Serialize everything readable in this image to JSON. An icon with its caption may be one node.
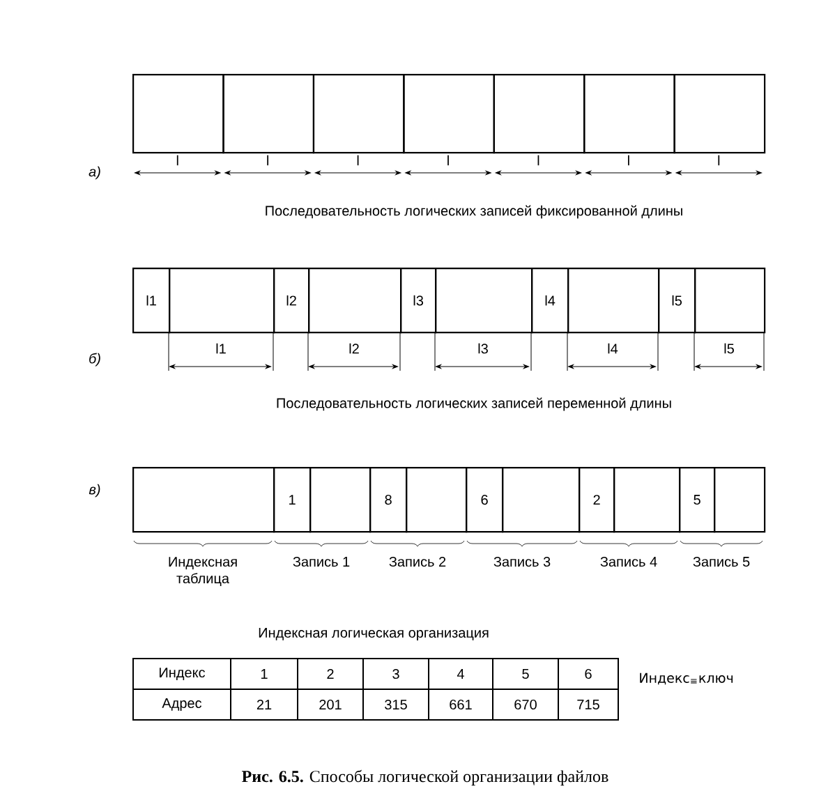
{
  "diagram": {
    "caption": "**Рис. 6.5.** Способы логической организации файлов",
    "nodes": [
      {
        "text": [],
        "shape": "box"
      },
      {
        "text": [],
        "shape": "box"
      },
      {
        "text": [],
        "shape": "box"
      },
      {
        "text": [],
        "shape": "box"
      },
      {
        "text": [],
        "shape": "box"
      },
      {
        "text": [],
        "shape": "box"
      },
      {
        "text": [],
        "shape": "box"
      },
      {
        "text": [
          "l1"
        ]
      },
      {
        "text": [],
        "shape": "box"
      },
      {
        "text": [
          "l2"
        ]
      },
      {
        "text": [],
        "shape": "box"
      },
      {
        "text": [
          "l3"
        ]
      },
      {
        "text": [],
        "shape": "box"
      },
      {
        "text": [
          "l4"
        ]
      },
      {
        "text": [],
        "shape": "box"
      },
      {
        "text": [
          "l5"
        ]
      },
      {
        "text": [],
        "shape": "box"
      },
      {
        "text": [],
        "shape": "box"
      },
      {
        "text": [
          "1"
        ]
      },
      {
        "text": [],
        "shape": "box"
      },
      {
        "text": [
          "8"
        ]
      },
      {
        "text": [],
        "shape": "box"
      },
      {
        "text": [
          "6"
        ]
      },
      {
        "text": [],
        "shape": "box"
      },
      {
        "text": [
          "2"
        ]
      },
      {
        "text": [],
        "shape": "box"
      },
      {
        "text": [
          "5"
        ]
      },
      {
        "text": [],
        "shape": "box"
      }
    ],
    "edges": [],
    "labels": [
      "а)",
      "l",
      "l",
      "l",
      "l",
      "l",
      "l",
      "l",
      "Последовательность логических записей фиксированной длины",
      "б)",
      "l1",
      "l2",
      "l3",
      "l4",
      "l5",
      "Последовательность логических записей переменной длины",
      "в)",
      "Индексная таблица",
      "Запись 1",
      "Запись 2",
      "Запись 3",
      "Запись 4",
      "Запись 5",
      "Индексная логическая организация",
      "Индекс",
      "1",
      "2",
      "3",
      "4",
      "5",
      "6",
      "Адрес",
      "21",
      "201",
      "315",
      "661",
      "670",
      "715",
      "Индекс$_{≡}$ключ"
    ]
  }
}
